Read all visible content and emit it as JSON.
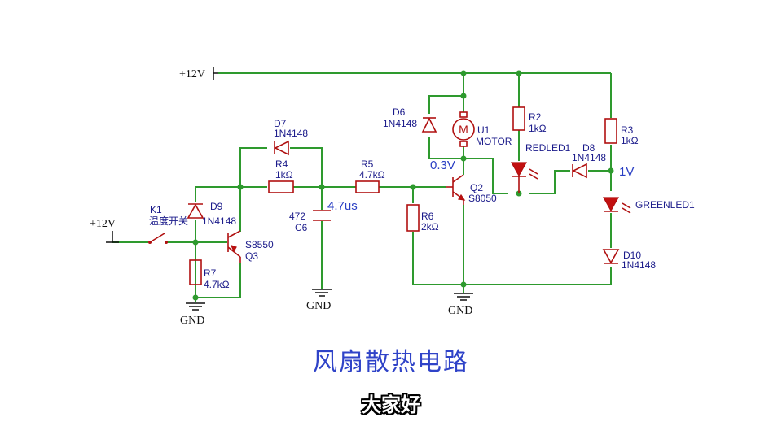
{
  "title": "风扇散热电路",
  "subtitle": "大家好",
  "power": {
    "vcc_top": "+12V",
    "vcc_left": "+12V",
    "gnd1": "GND",
    "gnd2": "GND",
    "gnd3": "GND"
  },
  "components": {
    "K1": {
      "ref": "K1",
      "value": "温度开关"
    },
    "D9": {
      "ref": "D9",
      "value": "1N4148"
    },
    "R7": {
      "ref": "R7",
      "value": "4.7kΩ"
    },
    "Q3": {
      "ref": "Q3",
      "value": "S8550"
    },
    "D7": {
      "ref": "D7",
      "value": "1N4148"
    },
    "R4": {
      "ref": "R4",
      "value": "1kΩ"
    },
    "C6": {
      "ref": "C6",
      "value": "472"
    },
    "R5": {
      "ref": "R5",
      "value": "4.7kΩ"
    },
    "R6": {
      "ref": "R6",
      "value": "2kΩ"
    },
    "D6": {
      "ref": "D6",
      "value": "1N4148"
    },
    "U1": {
      "ref": "U1",
      "value": "MOTOR"
    },
    "Q2": {
      "ref": "Q2",
      "value": "S8050"
    },
    "R2": {
      "ref": "R2",
      "value": "1kΩ"
    },
    "LED1": {
      "ref": "REDLED1"
    },
    "D8": {
      "ref": "D8",
      "value": "1N4148"
    },
    "R3": {
      "ref": "R3",
      "value": "1kΩ"
    },
    "LED2": {
      "ref": "GREENLED1"
    },
    "D10": {
      "ref": "D10",
      "value": "1N4148"
    }
  },
  "measurements": {
    "time": "4.7us",
    "vbe": "0.3V",
    "vled": "1V"
  }
}
